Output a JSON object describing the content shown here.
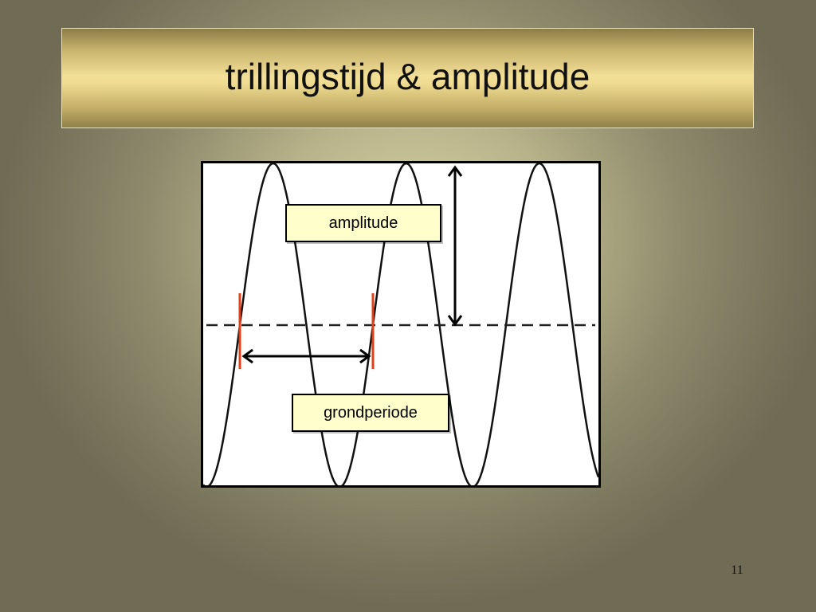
{
  "slide": {
    "title": "trillingstijd & amplitude",
    "number": "11"
  },
  "diagram": {
    "labels": {
      "amplitude": "amplitude",
      "period": "grondperiode"
    },
    "colors": {
      "wave": "#111111",
      "axis_dash": "#222222",
      "period_markers": "#e0401a",
      "arrows": "#000000",
      "label_fill": "#ffffcc"
    }
  }
}
